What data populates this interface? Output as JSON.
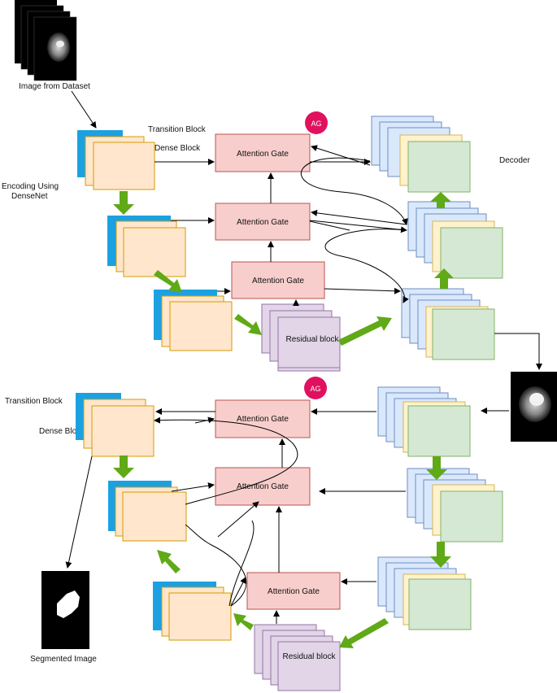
{
  "labels": {
    "image_from_dataset": "Image from Dataset",
    "transition_block_top": "Transition Block",
    "dense_block_top": "Dense Block",
    "encoding_line1": "Encoding Using",
    "encoding_line2": "DenseNet",
    "decoder": "Decoder",
    "transition_block_bottom": "Transition Block",
    "dense_block_bottom": "Dense Block",
    "segmented_image": "Segmented Image",
    "ag_badge": "AG",
    "attention_gate": "Attention Gate",
    "residual_block": "Residual block"
  },
  "colors": {
    "blue_block": "#1ba1e2",
    "peach_fill": "#ffe6cc",
    "peach_stroke": "#d79b00",
    "pink_fill": "#f8cecc",
    "pink_stroke": "#b85450",
    "lavender_fill": "#e1d5e7",
    "lavender_stroke": "#9673a6",
    "lightblue_fill": "#dae8fc",
    "lightblue_stroke": "#6c8ebf",
    "cream_fill": "#fff2cc",
    "green_fill": "#d5e8d4",
    "green_stroke": "#82b366",
    "green_arrow": "#60a917",
    "ag_badge": "#e0115f"
  }
}
